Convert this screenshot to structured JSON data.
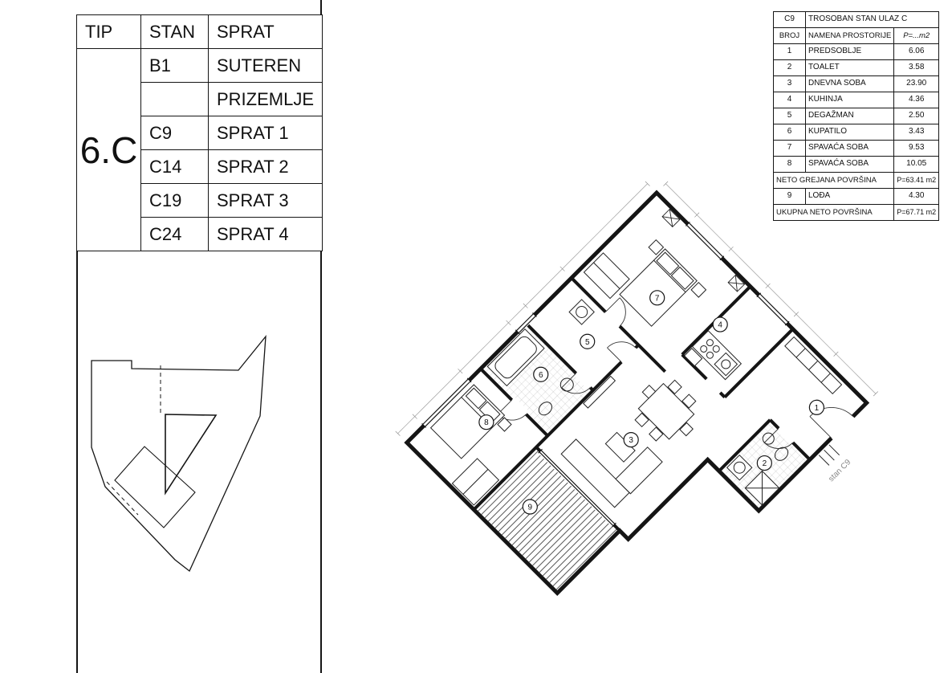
{
  "left_table": {
    "col_tip": "TIP",
    "col_stan": "STAN",
    "col_sprat": "SPRAT",
    "tip_value": "6.C",
    "rows": [
      {
        "stan": "B1",
        "sprat": "SUTEREN"
      },
      {
        "stan": "",
        "sprat": "PRIZEMLJE"
      },
      {
        "stan": "C9",
        "sprat": "SPRAT 1"
      },
      {
        "stan": "C14",
        "sprat": "SPRAT 2"
      },
      {
        "stan": "C19",
        "sprat": "SPRAT 3"
      },
      {
        "stan": "C24",
        "sprat": "SPRAT 4"
      }
    ]
  },
  "room_table": {
    "unit": "C9",
    "title": "TROSOBAN STAN ULAZ C",
    "headers": {
      "broj": "BROJ",
      "namena": "NAMENA PROSTORIJE",
      "povrsina": "P=...m2"
    },
    "rooms": [
      {
        "broj": "1",
        "name": "PREDSOBLJE",
        "area": "6.06"
      },
      {
        "broj": "2",
        "name": "TOALET",
        "area": "3.58"
      },
      {
        "broj": "3",
        "name": "DNEVNA SOBA",
        "area": "23.90"
      },
      {
        "broj": "4",
        "name": "KUHINJA",
        "area": "4.36"
      },
      {
        "broj": "5",
        "name": "DEGAŽMAN",
        "area": "2.50"
      },
      {
        "broj": "6",
        "name": "KUPATILO",
        "area": "3.43"
      },
      {
        "broj": "7",
        "name": "SPAVAĆA SOBA",
        "area": "9.53"
      },
      {
        "broj": "8",
        "name": "SPAVAĆA SOBA",
        "area": "10.05"
      }
    ],
    "neto_label": "NETO GREJANA POVRŠINA",
    "neto_value": "P=63.41 m2",
    "lodja_row": {
      "broj": "9",
      "name": "LOĐA",
      "area": "4.30"
    },
    "ukupna_label": "UKUPNA NETO POVRŠINA",
    "ukupna_value": "P=67.71 m2"
  },
  "plan": {
    "room_numbers": [
      "1",
      "2",
      "3",
      "4",
      "5",
      "6",
      "7",
      "8",
      "9"
    ],
    "unit_label": "stan C9"
  }
}
